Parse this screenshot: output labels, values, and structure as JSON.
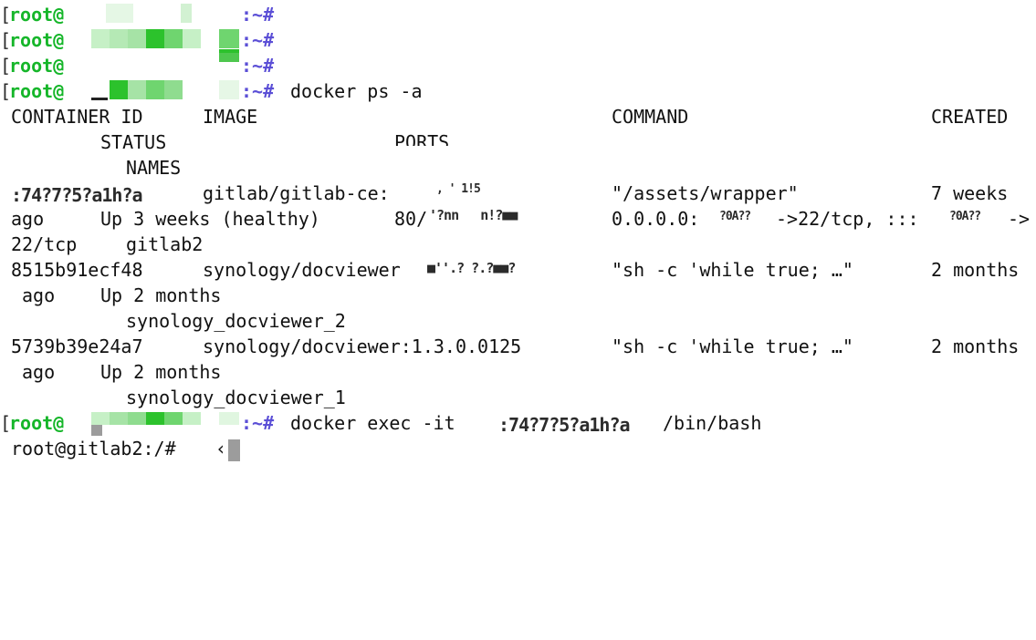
{
  "prompt": {
    "bracket": "[",
    "user": "root@",
    "sep": ":~#"
  },
  "commands": {
    "ps": "docker ps -a",
    "exec_prefix": "docker exec -it",
    "exec_suffix": "/bin/bash"
  },
  "table": {
    "headers": {
      "container_id": "CONTAINER ID",
      "image": "IMAGE",
      "command": "COMMAND",
      "created": "CREATED",
      "status": "STATUS",
      "ports": "PORTS",
      "names": "NAMES"
    },
    "rows": [
      {
        "image": "gitlab/gitlab-ce:",
        "command": "\"/assets/wrapper\"",
        "created_a": "7 weeks",
        "created_b": "ago",
        "status": "Up 3 weeks (healthy)",
        "ports_a": "80/",
        "ports_b": "0.0.0.0:",
        "ports_c": "->22/tcp, :::",
        "ports_d": "->",
        "ports_e": "22/tcp",
        "name": "gitlab2"
      },
      {
        "id": "8515b91ecf48",
        "image": "synology/docviewer",
        "command": "\"sh -c 'while true; …\"",
        "created_a": "2 months",
        "created_b": "ago",
        "status": "Up 2 months",
        "name": "synology_docviewer_2"
      },
      {
        "id": "5739b39e24a7",
        "image": "synology/docviewer:1.3.0.0125",
        "command": "\"sh -c 'while true; …\"",
        "created_a": "2 months",
        "created_b": "ago",
        "status": "Up 2 months",
        "name": "synology_docviewer_1"
      }
    ]
  },
  "container_prompt": "root@gitlab2:/#",
  "container_input": "‹",
  "colors": {
    "user_green": "#16b62a",
    "path_purple": "#5b4fd6",
    "mask_greens": [
      "#c6f0c6",
      "#a6e3a6",
      "#2cc22c",
      "#6fd56f",
      "#e0f6e0"
    ]
  }
}
